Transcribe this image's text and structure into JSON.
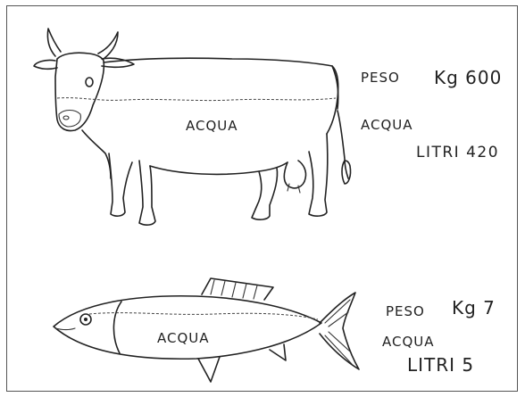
{
  "cow": {
    "water_label": "ACQUA",
    "weight_label": "PESO",
    "weight_value": "Kg 600",
    "water_side_label": "ACQUA",
    "water_amount": "LITRI 420"
  },
  "fish": {
    "water_label": "ACQUA",
    "weight_label": "PESO",
    "weight_value": "Kg 7",
    "water_side_label": "ACQUA",
    "water_amount": "LITRI 5"
  },
  "colors": {
    "ink": "#222222",
    "background": "#ffffff"
  }
}
